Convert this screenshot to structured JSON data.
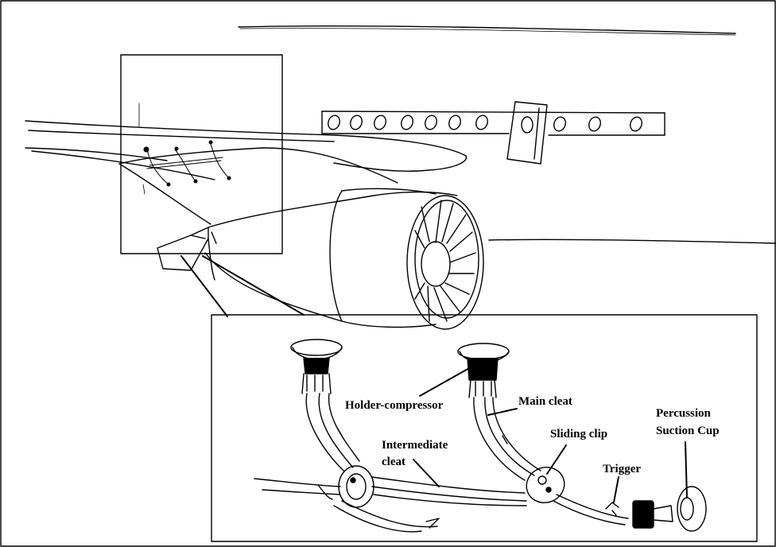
{
  "labels": {
    "holder_compressor": "Holder-compressor",
    "main_cleat": "Main cleat",
    "intermediate_cleat_line1": "Intermediate",
    "intermediate_cleat_line2": "cleat",
    "sliding_clip": "Sliding clip",
    "trigger": "Trigger",
    "percussion_line1": "Percussion",
    "percussion_line2": "Suction Cup"
  },
  "colors": {
    "ink": "#000000",
    "background": "#ffffff"
  }
}
